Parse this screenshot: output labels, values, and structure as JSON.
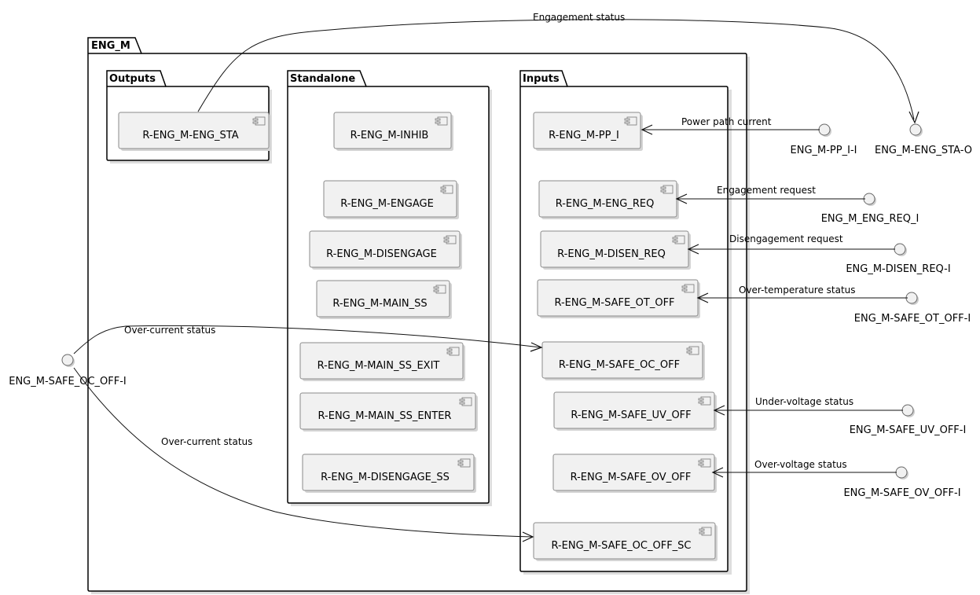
{
  "diagram": {
    "packages": {
      "root": {
        "title": "ENG_M"
      },
      "outputs": {
        "title": "Outputs"
      },
      "standalone": {
        "title": "Standalone"
      },
      "inputs": {
        "title": "Inputs"
      }
    },
    "components": {
      "eng_sta": "R-ENG_M-ENG_STA",
      "inhib": "R-ENG_M-INHIB",
      "engage": "R-ENG_M-ENGAGE",
      "disengage": "R-ENG_M-DISENGAGE",
      "main_ss": "R-ENG_M-MAIN_SS",
      "main_ss_exit": "R-ENG_M-MAIN_SS_EXIT",
      "main_ss_enter": "R-ENG_M-MAIN_SS_ENTER",
      "disengage_ss": "R-ENG_M-DISENGAGE_SS",
      "pp_i": "R-ENG_M-PP_I",
      "eng_req": "R-ENG_M-ENG_REQ",
      "disen_req": "R-ENG_M-DISEN_REQ",
      "safe_ot_off": "R-ENG_M-SAFE_OT_OFF",
      "safe_oc_off": "R-ENG_M-SAFE_OC_OFF",
      "safe_uv_off": "R-ENG_M-SAFE_UV_OFF",
      "safe_ov_off": "R-ENG_M-SAFE_OV_OFF",
      "safe_oc_off_sc": "R-ENG_M-SAFE_OC_OFF_SC"
    },
    "interfaces": {
      "pp_i_i": "ENG_M-PP_I-I",
      "eng_sta_o": "ENG_M-ENG_STA-O",
      "eng_req_i": "ENG_M_ENG_REQ_I",
      "disen_req_i": "ENG_M-DISEN_REQ-I",
      "safe_ot_off_i": "ENG_M-SAFE_OT_OFF-I",
      "safe_oc_off_i": "ENG_M-SAFE_OC_OFF-I",
      "safe_uv_off_i": "ENG_M-SAFE_UV_OFF-I",
      "safe_ov_off_i": "ENG_M-SAFE_OV_OFF-I"
    },
    "links": {
      "engagement_status": "Engagement status",
      "power_path_current": "Power path current",
      "engagement_request": "Engagement request",
      "disengagement_request": "Disengagement request",
      "over_temperature_status": "Over-temperature status",
      "over_current_status_1": "Over-current status",
      "over_current_status_2": "Over-current status",
      "under_voltage_status": "Under-voltage status",
      "over_voltage_status": "Over-voltage status"
    }
  }
}
